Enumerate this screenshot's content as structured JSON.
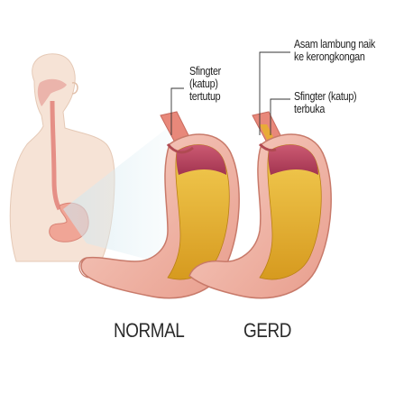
{
  "labels": {
    "acid_line1": "Asam lambung naik",
    "acid_line2": "ke kerongkongan",
    "closed_line1": "Sfingter",
    "closed_line2": "(katup)",
    "closed_line3": "tertutup",
    "open_line1": "Sfingter (katup)",
    "open_line2": "terbuka"
  },
  "captions": {
    "normal": "NORMAL",
    "gerd": "GERD"
  },
  "colors": {
    "skin": "#f4dccb",
    "stomach_wall": "#f2b8ab",
    "stomach_inner": "#e9a090",
    "acid": "#e7b12b",
    "mucosa": "#b8405a",
    "leader_line": "#333333"
  }
}
